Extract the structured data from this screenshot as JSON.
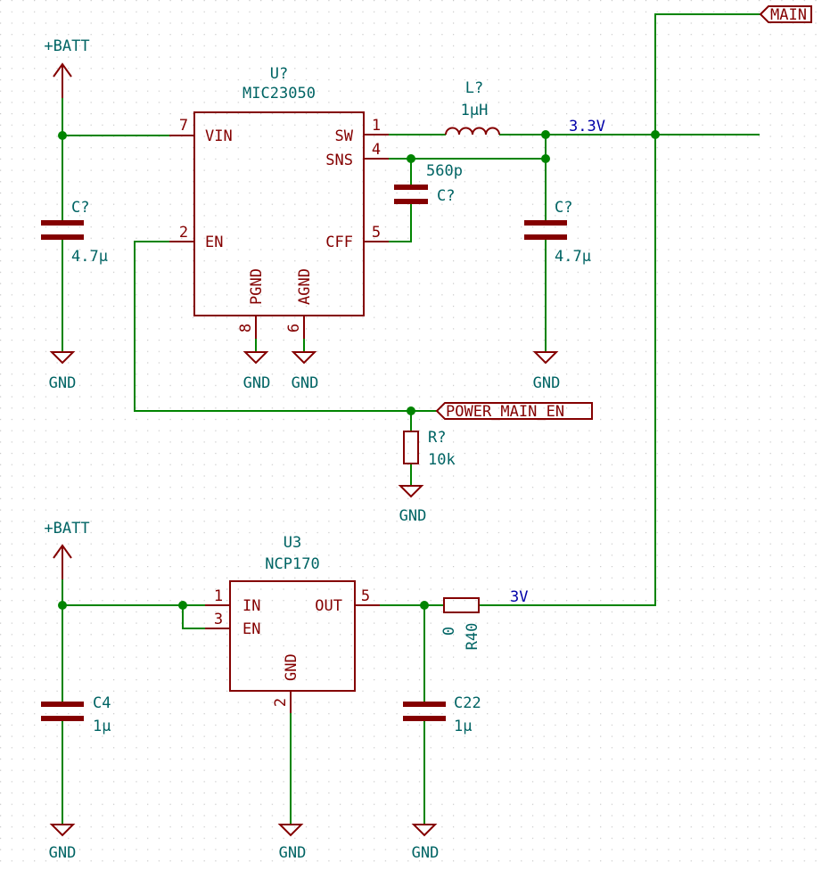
{
  "schematic": {
    "buck": {
      "ref": "U?",
      "value": "MIC23050",
      "pins": {
        "vin": {
          "num": "7",
          "name": "VIN"
        },
        "en": {
          "num": "2",
          "name": "EN"
        },
        "sw": {
          "num": "1",
          "name": "SW"
        },
        "sns": {
          "num": "4",
          "name": "SNS"
        },
        "cff": {
          "num": "5",
          "name": "CFF"
        },
        "pgnd": {
          "num": "8",
          "name": "PGND"
        },
        "agnd": {
          "num": "6",
          "name": "AGND"
        }
      }
    },
    "inductor": {
      "ref": "L?",
      "value": "1µH"
    },
    "cff_cap": {
      "ref": "C?",
      "value": "560p"
    },
    "cin_buck": {
      "ref": "C?",
      "value": "4.7µ"
    },
    "cout_buck": {
      "ref": "C?",
      "value": "4.7µ"
    },
    "pulldown": {
      "ref": "R?",
      "value": "10k"
    },
    "ldo": {
      "ref": "U3",
      "value": "NCP170",
      "pins": {
        "in": {
          "num": "1",
          "name": "IN"
        },
        "en": {
          "num": "3",
          "name": "EN"
        },
        "out": {
          "num": "5",
          "name": "OUT"
        },
        "gnd": {
          "num": "2",
          "name": "GND"
        }
      }
    },
    "c4": {
      "ref": "C4",
      "value": "1µ"
    },
    "c22": {
      "ref": "C22",
      "value": "1µ"
    },
    "r40": {
      "ref": "R40",
      "value": "0"
    },
    "nets": {
      "v33": "3.3V",
      "v3": "3V",
      "main": "MAIN",
      "power_main_en": "POWER_MAIN_EN",
      "batt": "+BATT",
      "gnd": "GND"
    }
  }
}
